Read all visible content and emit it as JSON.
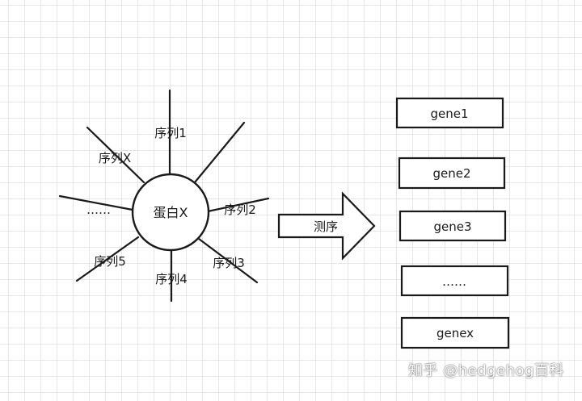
{
  "protein": {
    "label": "蛋白X",
    "sequences": [
      "序列1",
      "序列X",
      "……",
      "序列5",
      "序列4",
      "序列3",
      "序列2"
    ]
  },
  "arrow": {
    "label": "测序"
  },
  "genes": [
    "gene1",
    "gene2",
    "gene3",
    "……",
    "genex"
  ],
  "watermark": "知乎 @hedgehog百科"
}
